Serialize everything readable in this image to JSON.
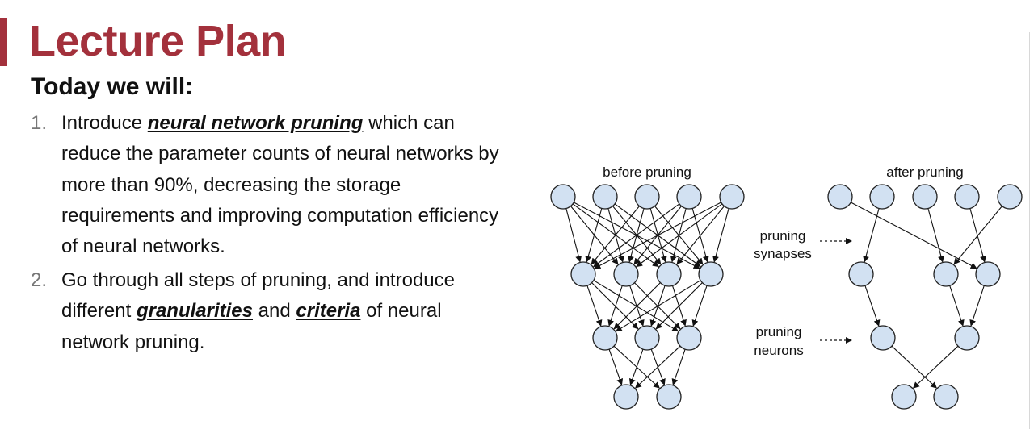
{
  "slide": {
    "title": "Lecture Plan",
    "subtitle": "Today we will:",
    "accent_color": "#a3313c",
    "items": [
      {
        "number": "1.",
        "parts": [
          "Introduce ",
          "neural network pruning",
          " which can reduce the parameter counts of neural networks by more than 90%, decreasing the storage requirements and improving computation efficiency of neural networks."
        ]
      },
      {
        "number": "2.",
        "parts": [
          "Go through all steps of pruning, and introduce different ",
          "granularities",
          " and ",
          "criteria",
          " of neural network pruning."
        ]
      }
    ]
  },
  "diagram": {
    "node_fill": "#d2e1f2",
    "node_stroke": "#222222",
    "labels": {
      "before": "before pruning",
      "after": "after pruning",
      "synapses_line1": "pruning",
      "synapses_line2": "synapses",
      "neurons_line1": "pruning",
      "neurons_line2": "neurons"
    }
  }
}
